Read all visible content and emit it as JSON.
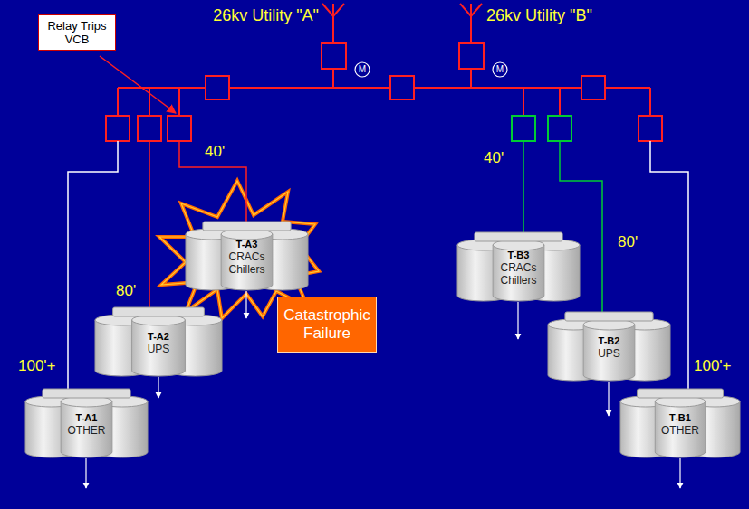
{
  "diagram": {
    "nodes": [
      {
        "text": [
          "Relay Trips VCB"
        ]
      },
      {
        "text": [
          "M"
        ]
      },
      {
        "text": [
          "M"
        ]
      },
      {
        "text": [
          "T-A3",
          "CRACs Chillers"
        ]
      },
      {
        "text": [
          "T-B3",
          "CRACs Chillers"
        ]
      },
      {
        "text": [
          "T-A2",
          "UPS"
        ]
      },
      {
        "text": [
          "Catastrophic Failure"
        ]
      },
      {
        "text": [
          "T-B2",
          "UPS"
        ]
      },
      {
        "text": [
          "T-A1",
          "OTHER"
        ]
      },
      {
        "text": [
          "T-B1",
          "OTHER"
        ]
      }
    ],
    "labels": [
      "26kv Utility \"A\"",
      "26kv Utility \"B\"",
      "40'",
      "40'",
      "80'",
      "80'",
      "100'+",
      "100'+"
    ]
  }
}
